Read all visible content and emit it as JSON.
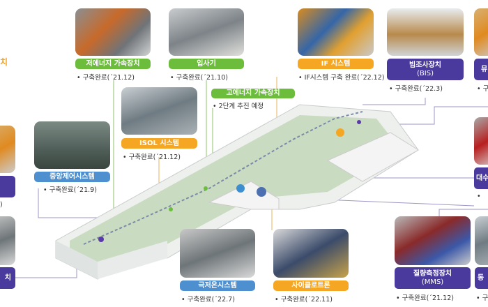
{
  "left_partial_text": "치",
  "cards": {
    "low_energy": {
      "title": "저에너지 가속장치",
      "note": "• 구축완료(´21.12)"
    },
    "injector": {
      "title": "입사기",
      "note": "• 구축완료(´21.10)"
    },
    "if_system": {
      "title": "IF 시스템",
      "note": "• IF시스템 구축 완료(´22.12)"
    },
    "bis": {
      "title": "빔조사장치",
      "subtitle": "(BIS)",
      "note": "• 구축완료(´22.3)"
    },
    "right_top_partial": {
      "title": "뮤",
      "note": "• 구"
    },
    "high_energy": {
      "title": "고에너지 가속장치",
      "note": "• 2단계 추진 예정"
    },
    "isol": {
      "title": "ISOL 시스템",
      "note": "• 구축완료(´21.12)"
    },
    "central_control": {
      "title": "중앙제어시스템",
      "note": "• 구축완료(´21.9)"
    },
    "cryogenic": {
      "title": "극저온시스템",
      "note": "• 구축완료(´22.7)"
    },
    "cyclotron": {
      "title": "사이클로트론",
      "note": "• 구축완료(´22.11)"
    },
    "mms": {
      "title": "질량측정장치",
      "subtitle": "(MMS)",
      "note": "• 구축완료(´21.12)"
    },
    "right_bottom_partial": {
      "title": "동",
      "note": "• 구"
    },
    "right_mid_partial": {
      "title": "대수",
      "note": "•"
    },
    "left_mid_partial": {
      "title": "",
      "note": ")"
    },
    "left_bottom_partial": {
      "title": "치"
    }
  },
  "colors": {
    "green": "#6cbd3c",
    "orange": "#f5a623",
    "purple": "#4b3a9e",
    "blue": "#4e8fd0"
  }
}
